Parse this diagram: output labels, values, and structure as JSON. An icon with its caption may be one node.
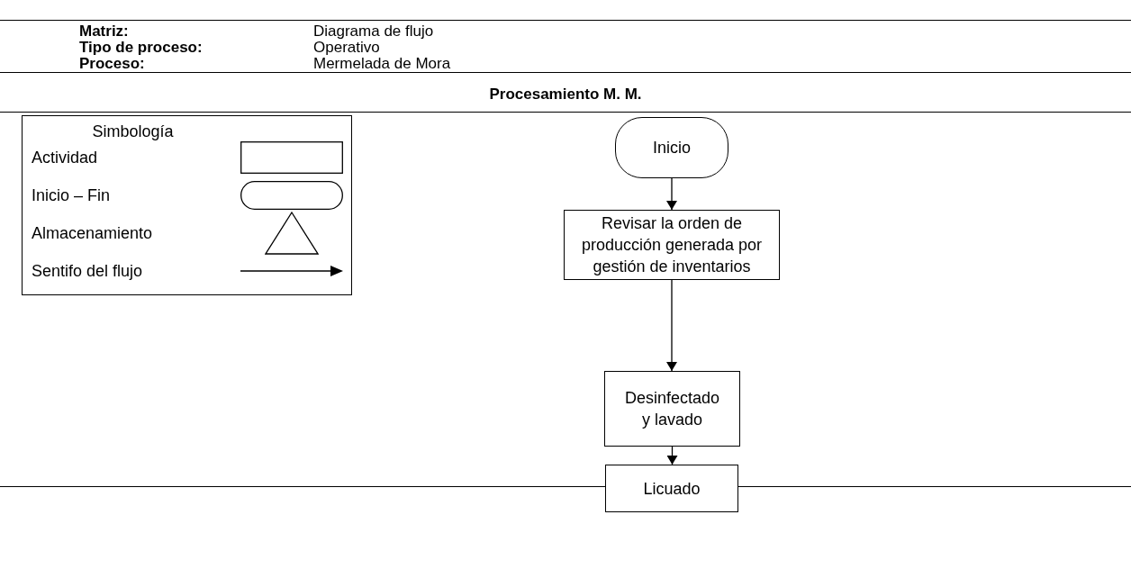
{
  "diagram": {
    "title": "Procesamiento M. M.",
    "nodes": [
      {
        "text": [
          "Inicio"
        ]
      },
      {
        "text": [
          "Revisar la orden de producción generada por gestión de inventarios"
        ]
      },
      {
        "text": [
          "Desinfectado y lavado"
        ]
      },
      {
        "text": [
          "Licuado"
        ]
      }
    ],
    "edges": [
      {
        "from": 0,
        "to": 1,
        "arrow": "to"
      },
      {
        "from": 1,
        "to": 2,
        "arrow": "to"
      },
      {
        "from": 2,
        "to": 3,
        "arrow": "to"
      }
    ],
    "labels": [
      "Matriz:",
      "Diagrama de flujo",
      "Tipo de proceso:",
      "Operativo",
      "Proceso:",
      "Mermelada de Mora",
      "Simbología"
    ],
    "legend": [
      {
        "text": "Actividad"
      },
      {
        "text": "Inicio – Fin"
      },
      {
        "text": "Almacenamiento"
      },
      {
        "text": "Sentifo del flujo"
      }
    ]
  }
}
